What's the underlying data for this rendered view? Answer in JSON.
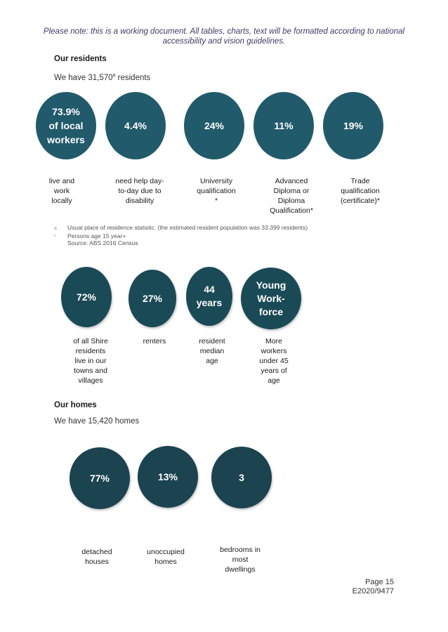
{
  "note": "Please note: this is a working document. All tables, charts, text will be formatted according to national accessibility and vision guidelines.",
  "residents": {
    "heading": "Our residents",
    "intro_prefix": "We have 31,570",
    "intro_sup": "a",
    "intro_suffix": " residents",
    "stats_row1": [
      {
        "value": "73.9%\nof local\nworkers",
        "label": "live and\nwork\nlocally"
      },
      {
        "value": "4.4%",
        "label": "need help day-\nto-day due to\ndisability"
      },
      {
        "value": "24%",
        "label": "University\nqualification\n*"
      },
      {
        "value": "11%",
        "label": "Advanced\nDiploma or\nDiploma\nQualification*"
      },
      {
        "value": "19%",
        "label": "Trade\nqualification\n(certificate)*"
      }
    ],
    "footnotes": [
      {
        "mark": "a",
        "text": "Usual place of residence statistic. (the estimated resident population was 33,399 residents)"
      },
      {
        "mark": "*",
        "text": "Persons age 15 year+"
      },
      {
        "mark": "",
        "text": "Source: ABS 2016 Census"
      }
    ],
    "stats_row2": [
      {
        "value": "72%",
        "label": "of all Shire\nresidents\nlive in our\ntowns and\nvillages"
      },
      {
        "value": "27%",
        "label": "renters"
      },
      {
        "value": "44\nyears",
        "label": "resident\nmedian\nage"
      },
      {
        "value": "Young\nWork-\nforce",
        "label": "More\nworkers\nunder 45\nyears of\nage"
      }
    ]
  },
  "homes": {
    "heading": "Our homes",
    "intro": "We have 15,420 homes",
    "stats": [
      {
        "value": "77%",
        "label": "detached\nhouses"
      },
      {
        "value": "13%",
        "label": "unoccupied\nhomes"
      },
      {
        "value": "3",
        "label": "bedrooms in\nmost\ndwellings"
      }
    ]
  },
  "footer": {
    "page": "Page 15",
    "ref": "E2020/9477"
  }
}
